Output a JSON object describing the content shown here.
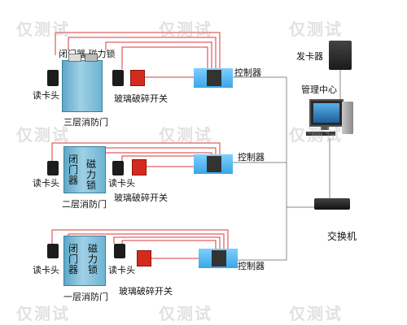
{
  "watermark": "仅测试",
  "floor3": {
    "title": "三层消防门",
    "door_lock_label": "闭门器 磁力锁",
    "reader_label": "读卡头",
    "glass_label": "玻璃破碎开关",
    "controller_label": "控制器"
  },
  "floor2": {
    "title": "二层消防门",
    "reader_left": "读卡头",
    "reader_right": "读卡头",
    "door_closer": "闭门器",
    "mag_lock": "磁力锁",
    "glass_label": "玻璃破碎开关",
    "controller_label": "控制器"
  },
  "floor1": {
    "title": "一层消防门",
    "reader_left": "读卡头",
    "reader_right": "读卡头",
    "door_closer": "闭门器",
    "mag_lock": "磁力锁",
    "glass_label": "玻璃破碎开关",
    "controller_label": "控制器"
  },
  "card_issuer": "发卡器",
  "management_center": "管理中心",
  "switch": "交换机",
  "colors": {
    "wire_red": "#d9383a",
    "wire_gray": "#8a8a8a",
    "door_blue": "#6eb4d2",
    "controller_blue": "#4fb3ee"
  }
}
